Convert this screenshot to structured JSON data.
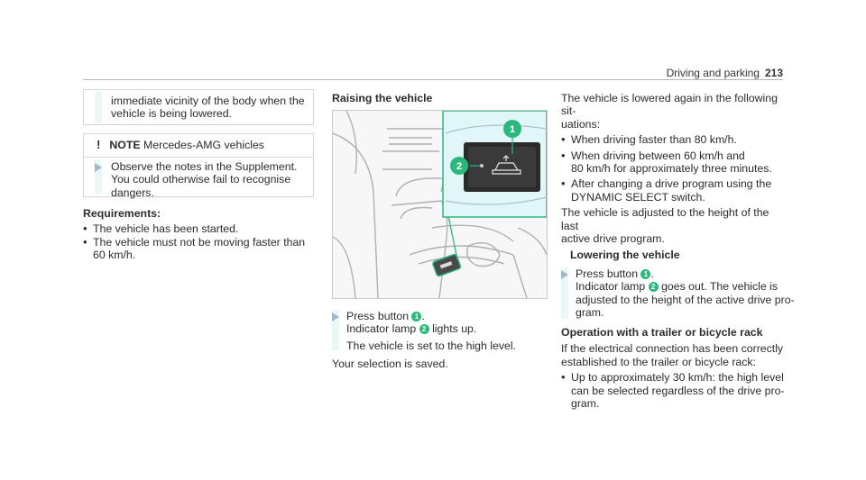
{
  "header": {
    "section": "Driving and parking",
    "page": "213"
  },
  "left": {
    "continuation": [
      "immediate vicinity of the body when the",
      "vehicle is being lowered."
    ],
    "note": {
      "title": "NOTE",
      "subtitle": "Mercedes-AMG vehicles",
      "text": [
        "Observe the notes in the Supplement.",
        "You could otherwise fail to recognise",
        "dangers."
      ]
    },
    "requirements": {
      "title": "Requirements:",
      "items": [
        "The vehicle has been started.",
        "The vehicle must not be moving faster than",
        "60 km/h."
      ]
    }
  },
  "middle": {
    "title": "Raising the vehicle",
    "callouts": [
      "1",
      "2"
    ],
    "step": {
      "press": "Press button",
      "press_end": ".",
      "lamp": "Indicator lamp",
      "lamp_end": "lights up.",
      "result": "The vehicle is set to the high level."
    },
    "saved": "Your selection is saved."
  },
  "right": {
    "intro": [
      "The vehicle is lowered again in the following sit-",
      "uations:"
    ],
    "items": [
      [
        "When driving faster than 80 km/h."
      ],
      [
        "When driving between 60 km/h and",
        "80 km/h for approximately three minutes."
      ],
      [
        "After changing a drive program using the",
        "DYNAMIC SELECT switch."
      ]
    ],
    "adjusted": [
      "The vehicle is adjusted to the height of the last",
      "active drive program."
    ],
    "lowering": {
      "title": "Lowering the vehicle",
      "press": "Press button",
      "press_end": ".",
      "lamp": "Indicator lamp",
      "lamp_end": "goes out. The vehicle is",
      "lines": [
        "adjusted to the height of the active drive pro-",
        "gram."
      ]
    },
    "trailer": {
      "title": "Operation with a trailer or bicycle rack",
      "text": [
        "If the electrical connection has been correctly",
        "established to the trailer or bicycle rack:"
      ],
      "item": [
        "Up to approximately 30 km/h: the high level",
        "can be selected regardless of the drive pro-",
        "gram."
      ]
    }
  },
  "num1": "1",
  "num2": "2"
}
